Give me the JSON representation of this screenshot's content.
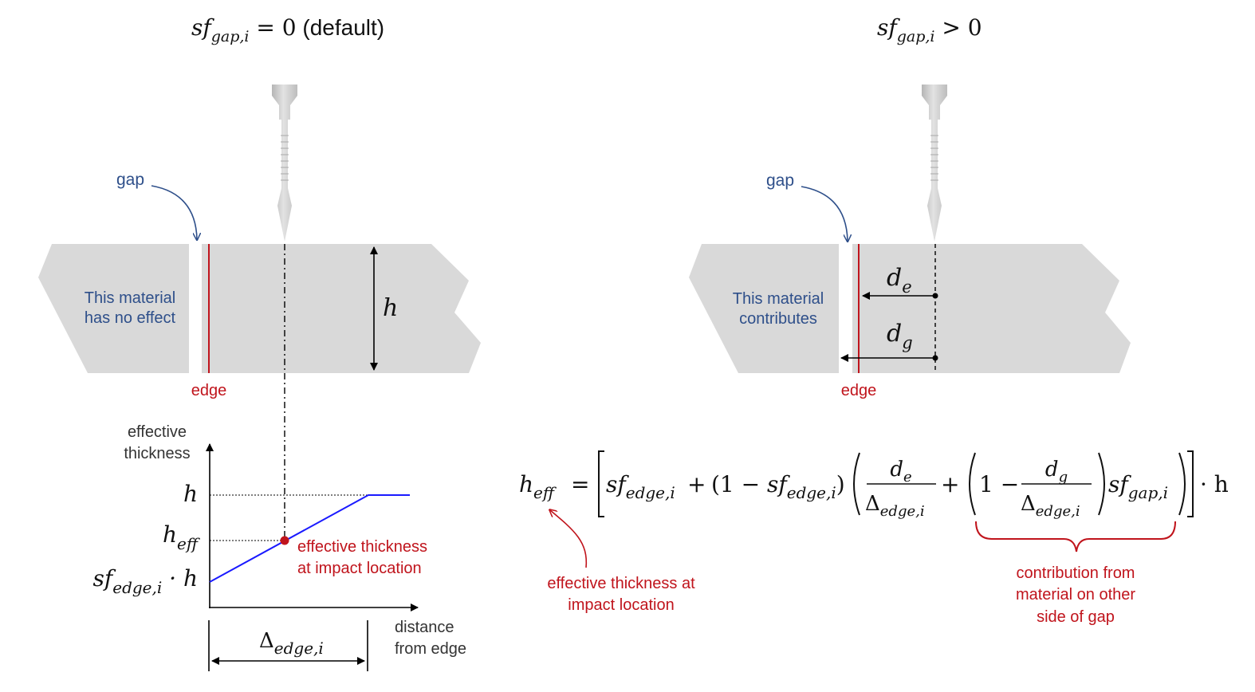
{
  "titles": {
    "left": {
      "main": "sf",
      "sub": "gap,i",
      "rest": " = 0",
      "suffix": " (default)"
    },
    "right": {
      "main": "sf",
      "sub": "gap,i",
      "rest": " > 0"
    }
  },
  "labels": {
    "gap_left": "gap",
    "gap_right": "gap",
    "material_left_line1": "This material",
    "material_left_line2": "has no effect",
    "material_right_line1": "This material",
    "material_right_line2": "contributes",
    "edge_left": "edge",
    "edge_right": "edge",
    "h": "h",
    "de_main": "d",
    "de_sub": "e",
    "dg_main": "d",
    "dg_sub": "g"
  },
  "chart_data": {
    "type": "line",
    "ylabel": "effective thickness",
    "xlabel": "distance from edge",
    "y_ticks": [
      {
        "main": "h",
        "sub": ""
      },
      {
        "main": "h",
        "sub": "eff"
      },
      {
        "main": "sf",
        "sub": "edge,i",
        "rest": " · h"
      }
    ],
    "x_marker": {
      "main": "Δ",
      "sub": "edge,i"
    },
    "series": [
      {
        "points": [
          [
            0,
            "sf_edge,i · h"
          ],
          [
            "Δ_edge,i",
            "h"
          ],
          [
            "beyond",
            "h"
          ]
        ]
      }
    ],
    "annotation_line1": "effective thickness",
    "annotation_line2": "at impact location",
    "colors": {
      "line": "#1a1aff",
      "point": "#c0141c"
    }
  },
  "equation": {
    "lhs_main": "h",
    "lhs_sub": "eff",
    "eq": "=",
    "t1_main": "sf",
    "t1_sub": "edge,i",
    "plus": "+",
    "t2_open": "(1 − ",
    "t2_main": "sf",
    "t2_sub": "edge,i",
    "t2_close": ")",
    "frac1_num_main": "d",
    "frac1_num_sub": "e",
    "frac1_den_main": "Δ",
    "frac1_den_sub": "edge,i",
    "one_minus": "1 −",
    "frac2_num_main": "d",
    "frac2_num_sub": "g",
    "frac2_den_main": "Δ",
    "frac2_den_sub": "edge,i",
    "t3_main": "sf",
    "t3_sub": "gap,i",
    "times_h": "· h"
  },
  "notes": {
    "heff_note_line1": "effective thickness at",
    "heff_note_line2": "impact location",
    "contrib_line1": "contribution from",
    "contrib_line2": "material on other",
    "contrib_line3": "side of gap"
  },
  "colors": {
    "material": "#d9d9d9",
    "edge": "#c0141c",
    "blue_text": "#2e4f8a",
    "red_text": "#c0141c",
    "needle": "#c8c8c8"
  }
}
